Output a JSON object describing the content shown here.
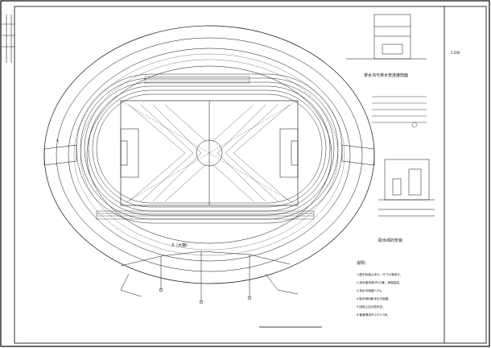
{
  "drawing": {
    "sheet_code": "1:500",
    "main_label": "3（大棚）",
    "sub_label_left": "A",
    "section_title_1": "排水沟与排水管连接剖面",
    "section_title_2": "取水阀的安装",
    "notes_title": "说明：",
    "notes": [
      "1.图中标高以米计，尺寸以毫米计。",
      "2.排水管采用UPVC管，承插连接。",
      "3.排水沟坡度0.3%。",
      "4.取水阀间距详见平面图。",
      "5.回填土应分层夹实。",
      "6.管道埋深不小于0.7米。"
    ]
  }
}
